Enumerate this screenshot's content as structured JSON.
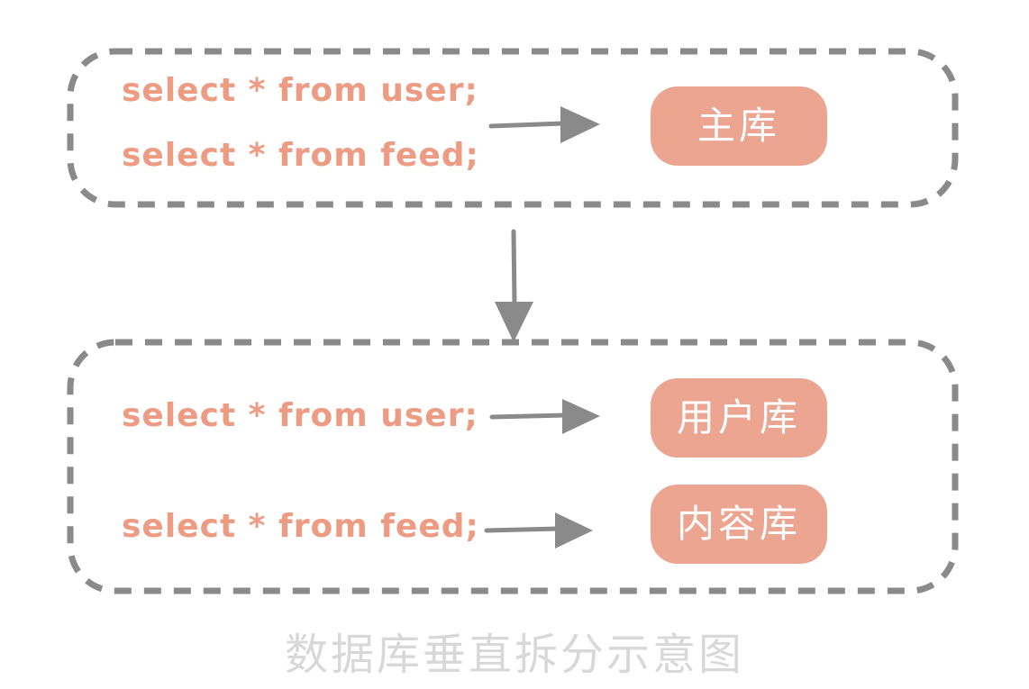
{
  "colors": {
    "salmon-text": "#ed9c83",
    "salmon-fill": "#eca591",
    "line-gray": "#8a8a8a",
    "caption-gray": "#d8d8d8"
  },
  "top_section": {
    "queries": [
      "select * from user;",
      "select * from feed;"
    ],
    "database": "主库"
  },
  "bottom_section": {
    "rows": [
      {
        "query": "select * from user;",
        "database": "用户库"
      },
      {
        "query": "select * from feed;",
        "database": "内容库"
      }
    ]
  },
  "caption": "数据库垂直拆分示意图",
  "icons": {
    "arrow_right": "arrow-right-icon",
    "arrow_down": "arrow-down-icon"
  }
}
